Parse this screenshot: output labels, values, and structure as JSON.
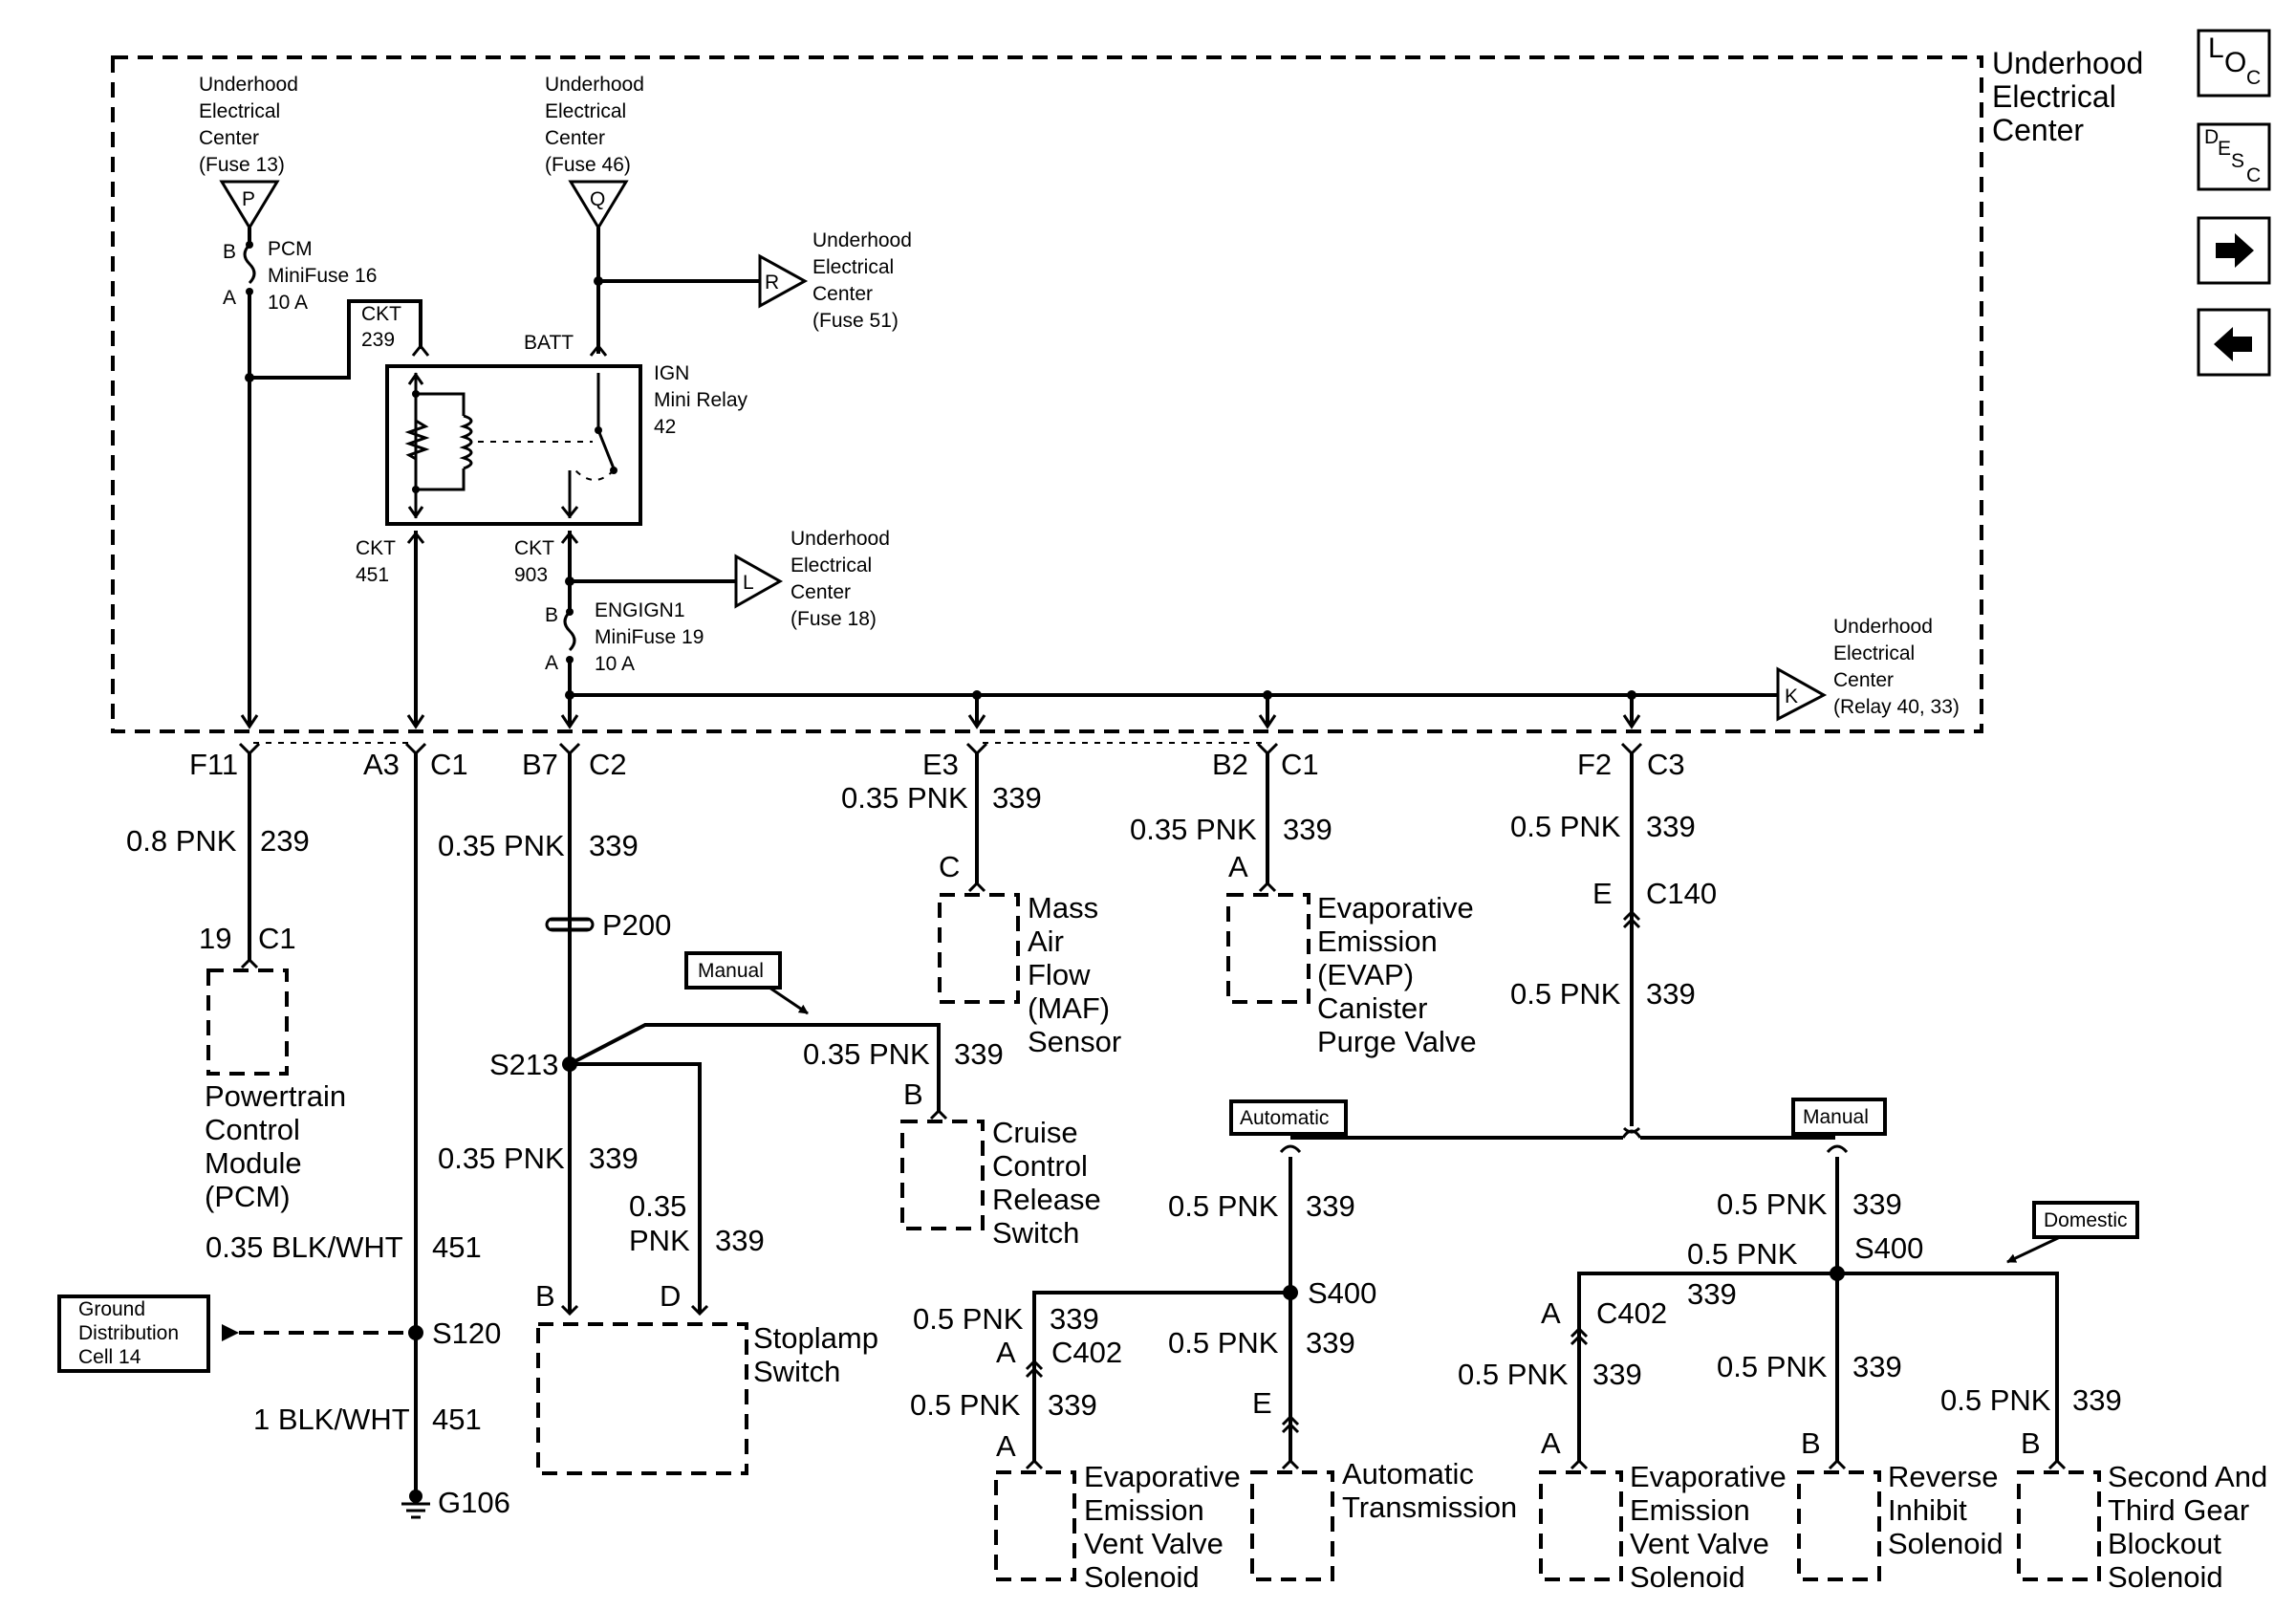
{
  "nav": {
    "loc": {
      "main": "L",
      "sub": "O",
      "sub2": "C"
    },
    "desc": {
      "main": "D",
      "sub": "E",
      "sub2": "S",
      "sub3": "C"
    },
    "next_icon": "right-arrow-icon",
    "prev_icon": "left-arrow-icon"
  },
  "uec_title": [
    "Underhood",
    "Electrical",
    "Center"
  ],
  "fuse13": {
    "lines": [
      "Underhood",
      "Electrical",
      "Center",
      "(Fuse 13)"
    ],
    "term": "P"
  },
  "fuse46": {
    "lines": [
      "Underhood",
      "Electrical",
      "Center",
      "(Fuse 46)"
    ],
    "term": "Q"
  },
  "fuse51": {
    "lines": [
      "Underhood",
      "Electrical",
      "Center",
      "(Fuse 51)"
    ],
    "term": "R"
  },
  "fuse18": {
    "lines": [
      "Underhood",
      "Electrical",
      "Center",
      "(Fuse 18)"
    ],
    "term": "L"
  },
  "relay4033": {
    "lines": [
      "Underhood",
      "Electrical",
      "Center",
      "(Relay 40, 33)"
    ],
    "term": "K"
  },
  "minifuse16": {
    "pin_b": "B",
    "pin_a": "A",
    "lines": [
      "PCM",
      "MiniFuse 16",
      "10 A"
    ]
  },
  "minifuse19": {
    "pin_b": "B",
    "pin_a": "A",
    "lines": [
      "ENGIGN1",
      "MiniFuse 19",
      "10 A"
    ]
  },
  "ckt239": [
    "CKT",
    "239"
  ],
  "ckt451": [
    "CKT",
    "451"
  ],
  "ckt903": [
    "CKT",
    "903"
  ],
  "batt": "BATT",
  "relay": [
    "IGN",
    "Mini Relay",
    "42"
  ],
  "connectors": {
    "f11": "F11",
    "a3": "A3",
    "c1a": "C1",
    "b7": "B7",
    "c2": "C2",
    "e3": "E3",
    "b2": "B2",
    "c1b": "C1",
    "f2": "F2",
    "c3": "C3"
  },
  "wires": {
    "pcm_wire": "0.8 PNK",
    "pcm_ckt": "239",
    "b7_wire": "0.35 PNK",
    "b7_ckt": "339",
    "maf_wire": "0.35 PNK",
    "maf_ckt": "339",
    "evap_wire": "0.35 PNK",
    "evap_ckt": "339",
    "f2_wire": "0.5 PNK",
    "f2_ckt": "339",
    "c140_wire": "0.5 PNK",
    "c140_ckt": "339",
    "cruise_wire": "0.35 PNK",
    "cruise_ckt": "339",
    "s213_wire": "0.35 PNK",
    "s213_ckt": "339",
    "d_wire": [
      "0.35",
      "PNK"
    ],
    "d_ckt": "339",
    "gnd1_wire": "0.35 BLK/WHT",
    "gnd1_ckt": "451",
    "gnd2_wire": "1 BLK/WHT",
    "gnd2_ckt": "451",
    "auto_wire": "0.5 PNK",
    "auto_ckt": "339",
    "auto_c402_wire": "0.5 PNK",
    "auto_c402_ckt": "339",
    "auto_vent_wire": "0.5 PNK",
    "auto_vent_ckt": "339",
    "auto_trans_wire": "0.5 PNK",
    "auto_trans_ckt": "339",
    "man_wire": "0.5 PNK",
    "man_ckt": "339",
    "man_s400_wire": "0.5 PNK",
    "man_s400_ckt": "339",
    "man_vent_wire": "0.5 PNK",
    "man_vent_ckt": "339",
    "man_rev_wire": "0.5 PNK",
    "man_rev_ckt": "339",
    "man_blk_wire": "0.5 PNK",
    "man_blk_ckt": "339"
  },
  "pcm": {
    "pin": "19",
    "conn": "C1",
    "lines": [
      "Powertrain",
      "Control",
      "Module",
      "(PCM)"
    ]
  },
  "p200": "P200",
  "s213": "S213",
  "s120": "S120",
  "g106": "G106",
  "c140": {
    "pin": "E",
    "conn": "C140"
  },
  "ground_dist": [
    "Ground",
    "Distribution",
    "Cell 14"
  ],
  "tags": {
    "manual1": "Manual",
    "automatic": "Automatic",
    "manual2": "Manual",
    "domestic": "Domestic"
  },
  "maf": {
    "pin": "C",
    "lines": [
      "Mass",
      "Air",
      "Flow",
      "(MAF)",
      "Sensor"
    ]
  },
  "evap_purge": {
    "pin": "A",
    "lines": [
      "Evaporative",
      "Emission",
      "(EVAP)",
      "Canister",
      "Purge Valve"
    ]
  },
  "cruise": {
    "pin": "B",
    "lines": [
      "Cruise",
      "Control",
      "Release",
      "Switch"
    ]
  },
  "stoplamp": {
    "pin_b": "B",
    "pin_d": "D",
    "lines": [
      "Stoplamp",
      "Switch"
    ]
  },
  "auto_s400": "S400",
  "auto_c402": {
    "pin": "A",
    "conn": "C402"
  },
  "auto_vent": {
    "pin": "A",
    "lines": [
      "Evaporative",
      "Emission",
      "Vent Valve",
      "Solenoid"
    ]
  },
  "auto_trans": {
    "pin": "E",
    "lines": [
      "Automatic",
      "Transmission"
    ]
  },
  "man_s400": "S400",
  "man_c402": {
    "pin": "A",
    "conn": "C402"
  },
  "man_vent": {
    "pin": "A",
    "lines": [
      "Evaporative",
      "Emission",
      "Vent Valve",
      "Solenoid"
    ]
  },
  "man_rev": {
    "pin": "B",
    "lines": [
      "Reverse",
      "Inhibit",
      "Solenoid"
    ]
  },
  "man_blk": {
    "pin": "B",
    "lines": [
      "Second And",
      "Third Gear",
      "Blockout",
      "Solenoid"
    ]
  }
}
